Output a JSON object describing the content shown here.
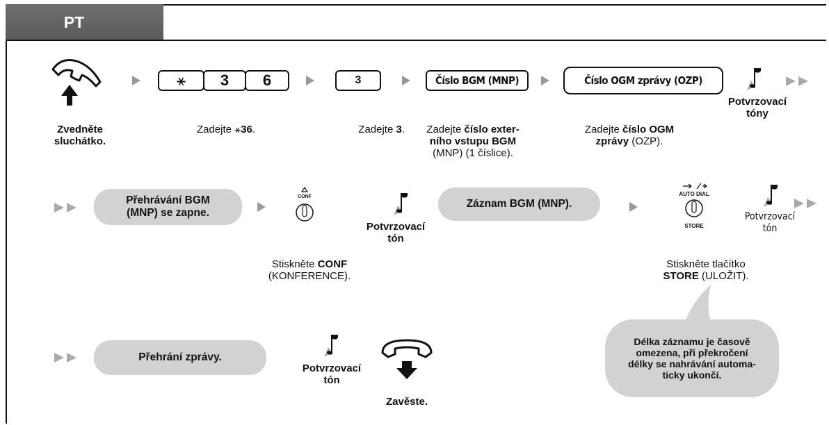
{
  "header": {
    "tab_label": "PT"
  },
  "row1": {
    "lift_caption": [
      "Zvedněte",
      "sluchátko."
    ],
    "keys_star36": {
      "k1": "⚹",
      "k2": "3",
      "k3": "6"
    },
    "key_3": "3",
    "key_bgm": "Číslo BGM (MNP)",
    "key_ogm": "Číslo OGM zprávy (OZP)",
    "cap_star36": {
      "pre": "Zadejte ",
      "sym": "⚹",
      "bold": "36",
      "post": "."
    },
    "cap_3": {
      "pre": "Zadejte ",
      "bold": "3",
      "post": "."
    },
    "cap_bgm": {
      "pre": "Zadejte ",
      "bold1": "číslo exter-",
      "bold2": "ního vstupu BGM",
      "line3": "(MNP) (1 číslice)."
    },
    "cap_ogm": {
      "pre": "Zadejte ",
      "bold1": "číslo OGM",
      "bold2": "zprávy",
      "post2": " (OZP)."
    },
    "tone_label": [
      "Potvrzovací",
      "tóny"
    ]
  },
  "row2": {
    "pill_play": [
      "Přehrávání BGM",
      "(MNP) se zapne."
    ],
    "conf_icon_label": "CONF",
    "tone_label": [
      "Potvrzovací",
      "tón"
    ],
    "pill_record": "Záznam BGM (MNP).",
    "conf_caption": {
      "pre": "Stiskněte ",
      "bold": "CONF",
      "line2": "(KONFERENCE)."
    },
    "autodial_label": "AUTO DIAL",
    "store_label": "STORE",
    "tone_label2": [
      "Potvrzovací",
      "tón"
    ],
    "store_caption": {
      "line1": "Stiskněte tlačítko",
      "bold": "STORE",
      "post": " (ULOŽIT)."
    }
  },
  "row3": {
    "pill_playback": "Přehrání zprávy.",
    "tone_label": [
      "Potvrzovací",
      "tón"
    ],
    "hangup_caption": "Zavěste.",
    "note": [
      "Délka záznamu je časově",
      "omezena, při překročení",
      "délky se nahrávání automa-",
      "ticky ukončí."
    ]
  },
  "colors": {
    "tab_bg": "#5f5f5f",
    "pill_bg": "#d2d2d2",
    "arrow": "#999999"
  }
}
